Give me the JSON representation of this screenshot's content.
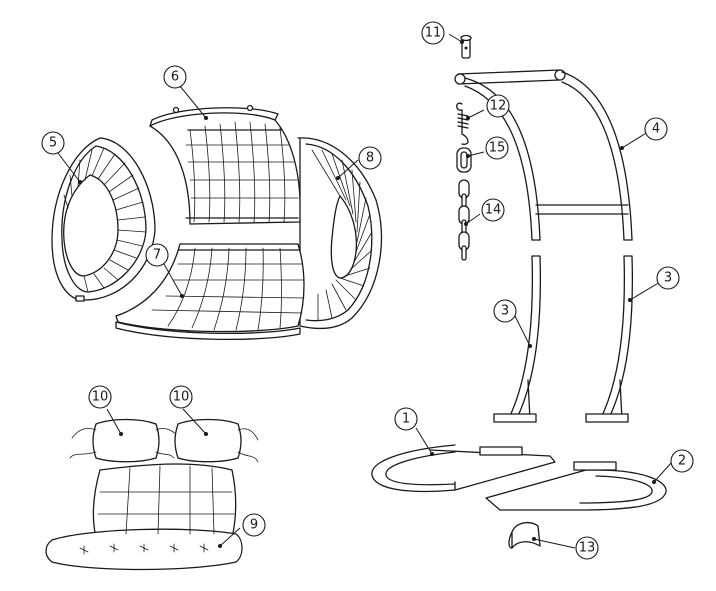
{
  "callouts": [
    {
      "id": "c1",
      "label": "1"
    },
    {
      "id": "c2",
      "label": "2"
    },
    {
      "id": "c3a",
      "label": "3"
    },
    {
      "id": "c3b",
      "label": "3"
    },
    {
      "id": "c4",
      "label": "4"
    },
    {
      "id": "c5",
      "label": "5"
    },
    {
      "id": "c6",
      "label": "6"
    },
    {
      "id": "c7",
      "label": "7"
    },
    {
      "id": "c8",
      "label": "8"
    },
    {
      "id": "c9",
      "label": "9"
    },
    {
      "id": "c10a",
      "label": "10"
    },
    {
      "id": "c10b",
      "label": "10"
    },
    {
      "id": "c11",
      "label": "11"
    },
    {
      "id": "c12",
      "label": "12"
    },
    {
      "id": "c13",
      "label": "13"
    },
    {
      "id": "c14",
      "label": "14"
    },
    {
      "id": "c15",
      "label": "15"
    }
  ]
}
